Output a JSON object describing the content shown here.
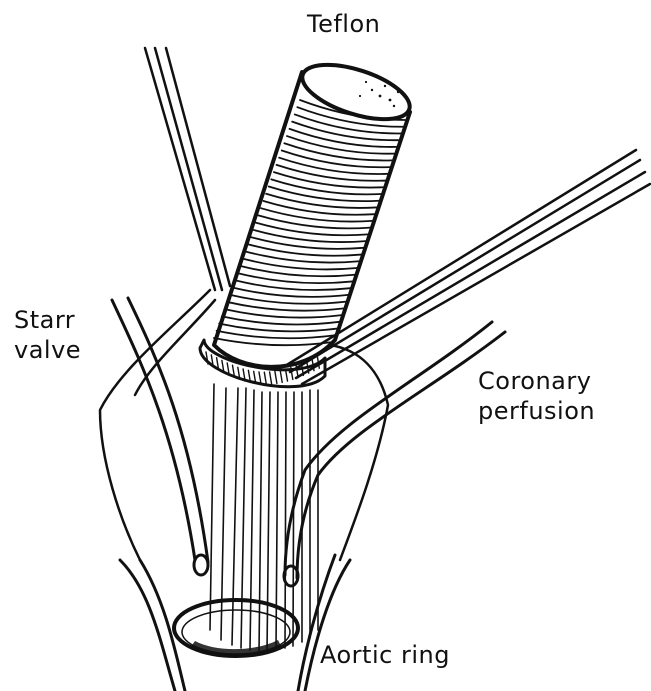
{
  "labels": {
    "teflon": "Teflon",
    "starr_line1": "Starr",
    "starr_line2": "valve",
    "coronary_line1": "Coronary",
    "coronary_line2": "perfusion",
    "aortic_ring": "Aortic ring"
  },
  "colors": {
    "ink": "#111111",
    "paper": "#ffffff"
  }
}
